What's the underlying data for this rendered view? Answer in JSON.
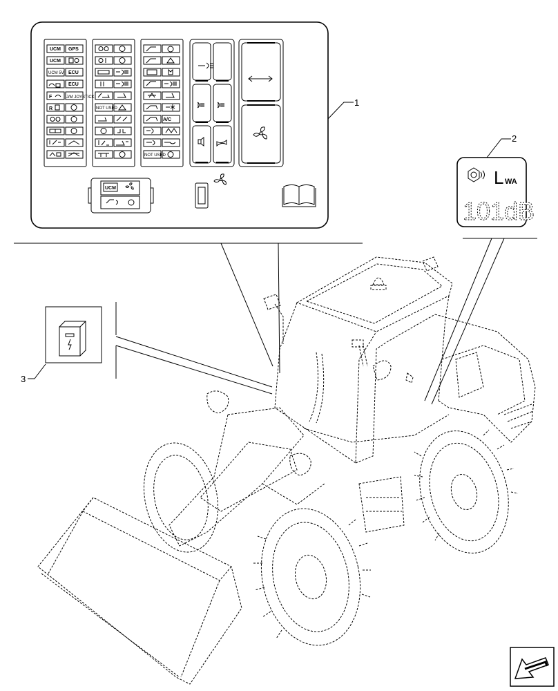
{
  "callouts": [
    "1",
    "2",
    "3"
  ],
  "decal_1": {
    "column_a": [
      [
        "UCM",
        "GPS"
      ],
      [
        "UCM",
        ""
      ],
      [
        "UCM 5V",
        "ECU"
      ],
      [
        "",
        "ECU"
      ],
      [
        "F",
        "J/M JOYSTICK"
      ],
      [
        "R",
        ""
      ],
      [
        "",
        ""
      ],
      [
        "",
        ""
      ],
      [
        "",
        ""
      ],
      [
        "",
        ""
      ]
    ],
    "column_b_not_used": "NOT USED",
    "column_c_not_used": "NOT USED",
    "ac_label": "A/C",
    "relay_label": "UCM"
  },
  "decal_2": {
    "letter": "L",
    "subscript": "WA",
    "db_value": "101",
    "db_unit": "dB"
  },
  "icons": {
    "decal_1": "fuse-relay-panel-icon",
    "decal_2": "sound-power-level-icon",
    "decal_3": "electrical-box-icon",
    "book": "manual-book-icon",
    "fan": "fan-icon",
    "nav": "next-page-arrow-icon",
    "machine": "wheel-loader-outline"
  }
}
